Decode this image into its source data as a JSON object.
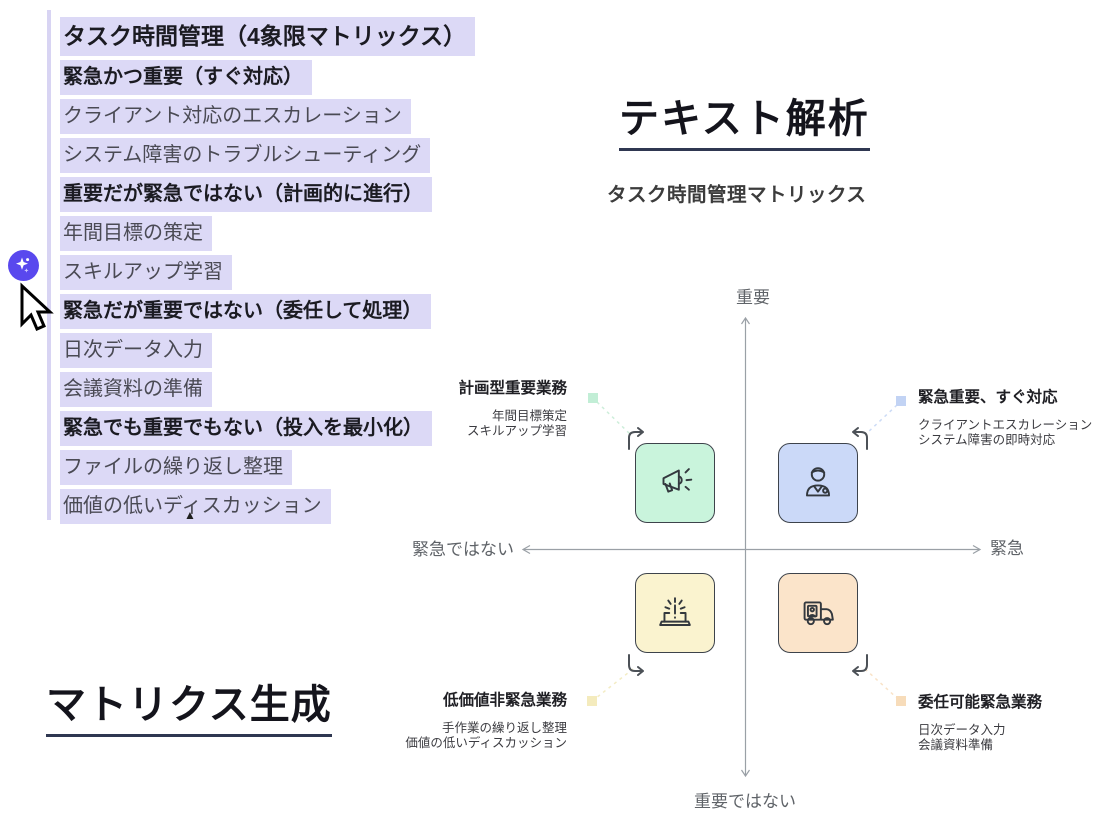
{
  "highlight_block": {
    "lines": [
      {
        "text": "タスク時間管理（4象限マトリックス）",
        "style": "title"
      },
      {
        "text": "緊急かつ重要（すぐ対応）",
        "style": "bold"
      },
      {
        "text": "クライアント対応のエスカレーション",
        "style": "regular"
      },
      {
        "text": "システム障害のトラブルシューティング",
        "style": "regular"
      },
      {
        "text": "重要だが緊急ではない（計画的に進行）",
        "style": "bold"
      },
      {
        "text": "年間目標の策定",
        "style": "regular"
      },
      {
        "text": "スキルアップ学習",
        "style": "regular"
      },
      {
        "text": "緊急だが重要ではない（委任して処理）",
        "style": "bold"
      },
      {
        "text": "日次データ入力",
        "style": "regular"
      },
      {
        "text": "会議資料の準備",
        "style": "regular"
      },
      {
        "text": "緊急でも重要でもない（投入を最小化）",
        "style": "bold"
      },
      {
        "text": "ファイルの繰り返し整理",
        "style": "regular"
      },
      {
        "text": "価値の低いディスカッション",
        "style": "regular"
      }
    ],
    "caret": "▲"
  },
  "headings": {
    "analysis": "テキスト解析",
    "generation": "マトリクス生成"
  },
  "matrix": {
    "title": "タスク時間管理マトリックス",
    "axes": {
      "top": "重要",
      "bottom": "重要ではない",
      "left": "緊急ではない",
      "right": "緊急"
    },
    "quadrants": [
      {
        "id": "plan",
        "title": "計画型重要業務",
        "items": [
          "年間目標策定",
          "スキルアップ学習"
        ],
        "icon": "megaphone-icon",
        "box_color": "#c9f4dc",
        "connector_color": "#c2eed6"
      },
      {
        "id": "urgent",
        "title": "緊急重要、すぐ対応",
        "items": [
          "クライアントエスカレーション",
          "システム障害の即時対応"
        ],
        "icon": "support-agent-icon",
        "box_color": "#cbd9f8",
        "connector_color": "#c2d3f4"
      },
      {
        "id": "lowvalue",
        "title": "低価値非緊急業務",
        "items": [
          "手作業の繰り返し整理",
          "価値の低いディスカッション"
        ],
        "icon": "laptop-alert-icon",
        "box_color": "#faf3cf",
        "connector_color": "#f4ebbd"
      },
      {
        "id": "delegate",
        "title": "委任可能緊急業務",
        "items": [
          "日次データ入力",
          "会議資料準備"
        ],
        "icon": "delivery-truck-icon",
        "box_color": "#fbe4ca",
        "connector_color": "#f7dcba"
      }
    ]
  },
  "colors": {
    "highlight": "#dcd9f6",
    "accent_bar": "#d8d4f3",
    "ai_button": "#5948ee",
    "axis": "#9aa0a6",
    "underline": "#2f3751"
  }
}
